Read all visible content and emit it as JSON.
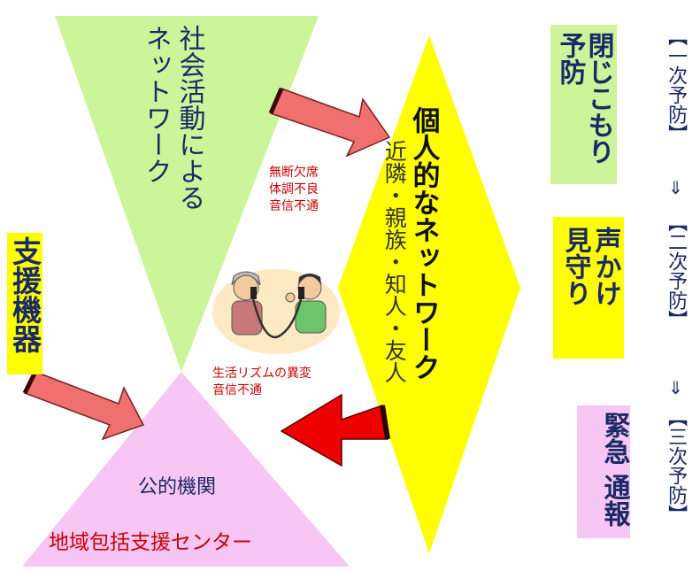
{
  "social_network": {
    "line1": "社会活動による",
    "line2": "ネットワーク"
  },
  "personal_network": {
    "title": "個人的なネットワーク",
    "subtitle": "近隣・親族・知人・友人"
  },
  "support_device": {
    "label": "支援機器"
  },
  "public_agency": {
    "label": "公的機関",
    "center": "地域包括支援センター"
  },
  "signals_upper": [
    "無断欠席",
    "体調不良",
    "音信不通"
  ],
  "signals_lower": [
    "生活リズムの異変",
    "音信不通"
  ],
  "prevention": {
    "primary": {
      "line1": "閉じこもり",
      "line2": "予防",
      "stage": "【一次予防】"
    },
    "arrow1": "⇓",
    "secondary": {
      "line1": "声かけ",
      "line2": "見守り",
      "stage": "【二次予防】"
    },
    "arrow2": "⇓",
    "tertiary": {
      "line1": "緊急",
      "line2": "通報",
      "stage": "【三次予防】"
    }
  },
  "colors": {
    "green": "#ccf59a",
    "yellow": "#ffff00",
    "pink": "#f7c6f5",
    "arrow_salmon": "#f07070",
    "arrow_red": "#ee0000",
    "text_navy": "#1a2a66",
    "text_red": "#cc0000"
  }
}
